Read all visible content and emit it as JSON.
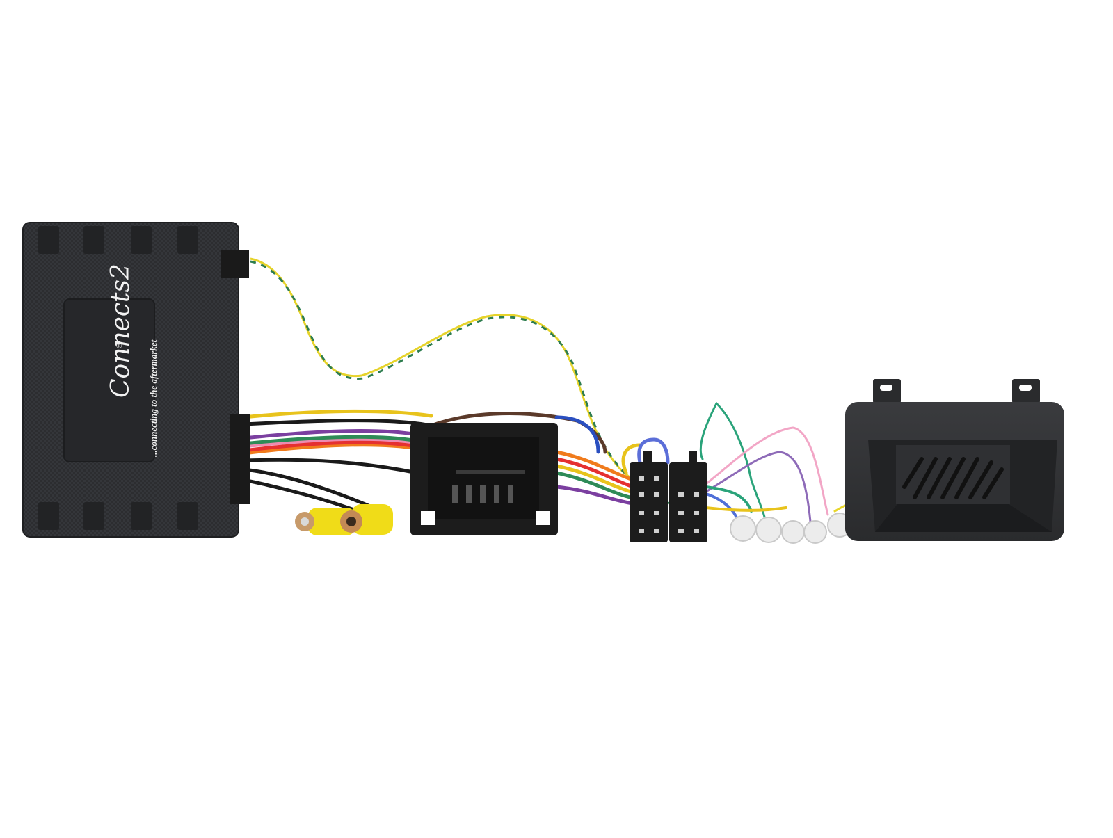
{
  "image": {
    "subject": "Steering wheel control interface harness kit",
    "background": "#ffffff"
  },
  "interface_box": {
    "brand": "Connects2",
    "tagline": "...connecting to the aftermarket",
    "registered_mark": "®",
    "color": "#2a2b2e"
  },
  "components": [
    {
      "name": "interface-module",
      "color": "#2a2b2e"
    },
    {
      "name": "twisted-pair-can-wire",
      "colors": [
        "#e8d62a",
        "#2e7d4f"
      ]
    },
    {
      "name": "wiring-loom",
      "colors": [
        "#e8c31c",
        "#7b3fa0",
        "#ee8ab0",
        "#f07b1c",
        "#e53030",
        "#2e8b57",
        "#1a1a1a",
        "#ffffff"
      ]
    },
    {
      "name": "rca-connectors",
      "count": 2,
      "color": "#f0dc18"
    },
    {
      "name": "vehicle-harness-connector",
      "color": "#1c1c1c"
    },
    {
      "name": "iso-connectors",
      "count": 2,
      "color": "#1c1c1c"
    },
    {
      "name": "bullet-connectors",
      "count": 5,
      "color": "#e8e8e8"
    },
    {
      "name": "chime-speaker-box",
      "color": "#2b2c2e"
    }
  ]
}
